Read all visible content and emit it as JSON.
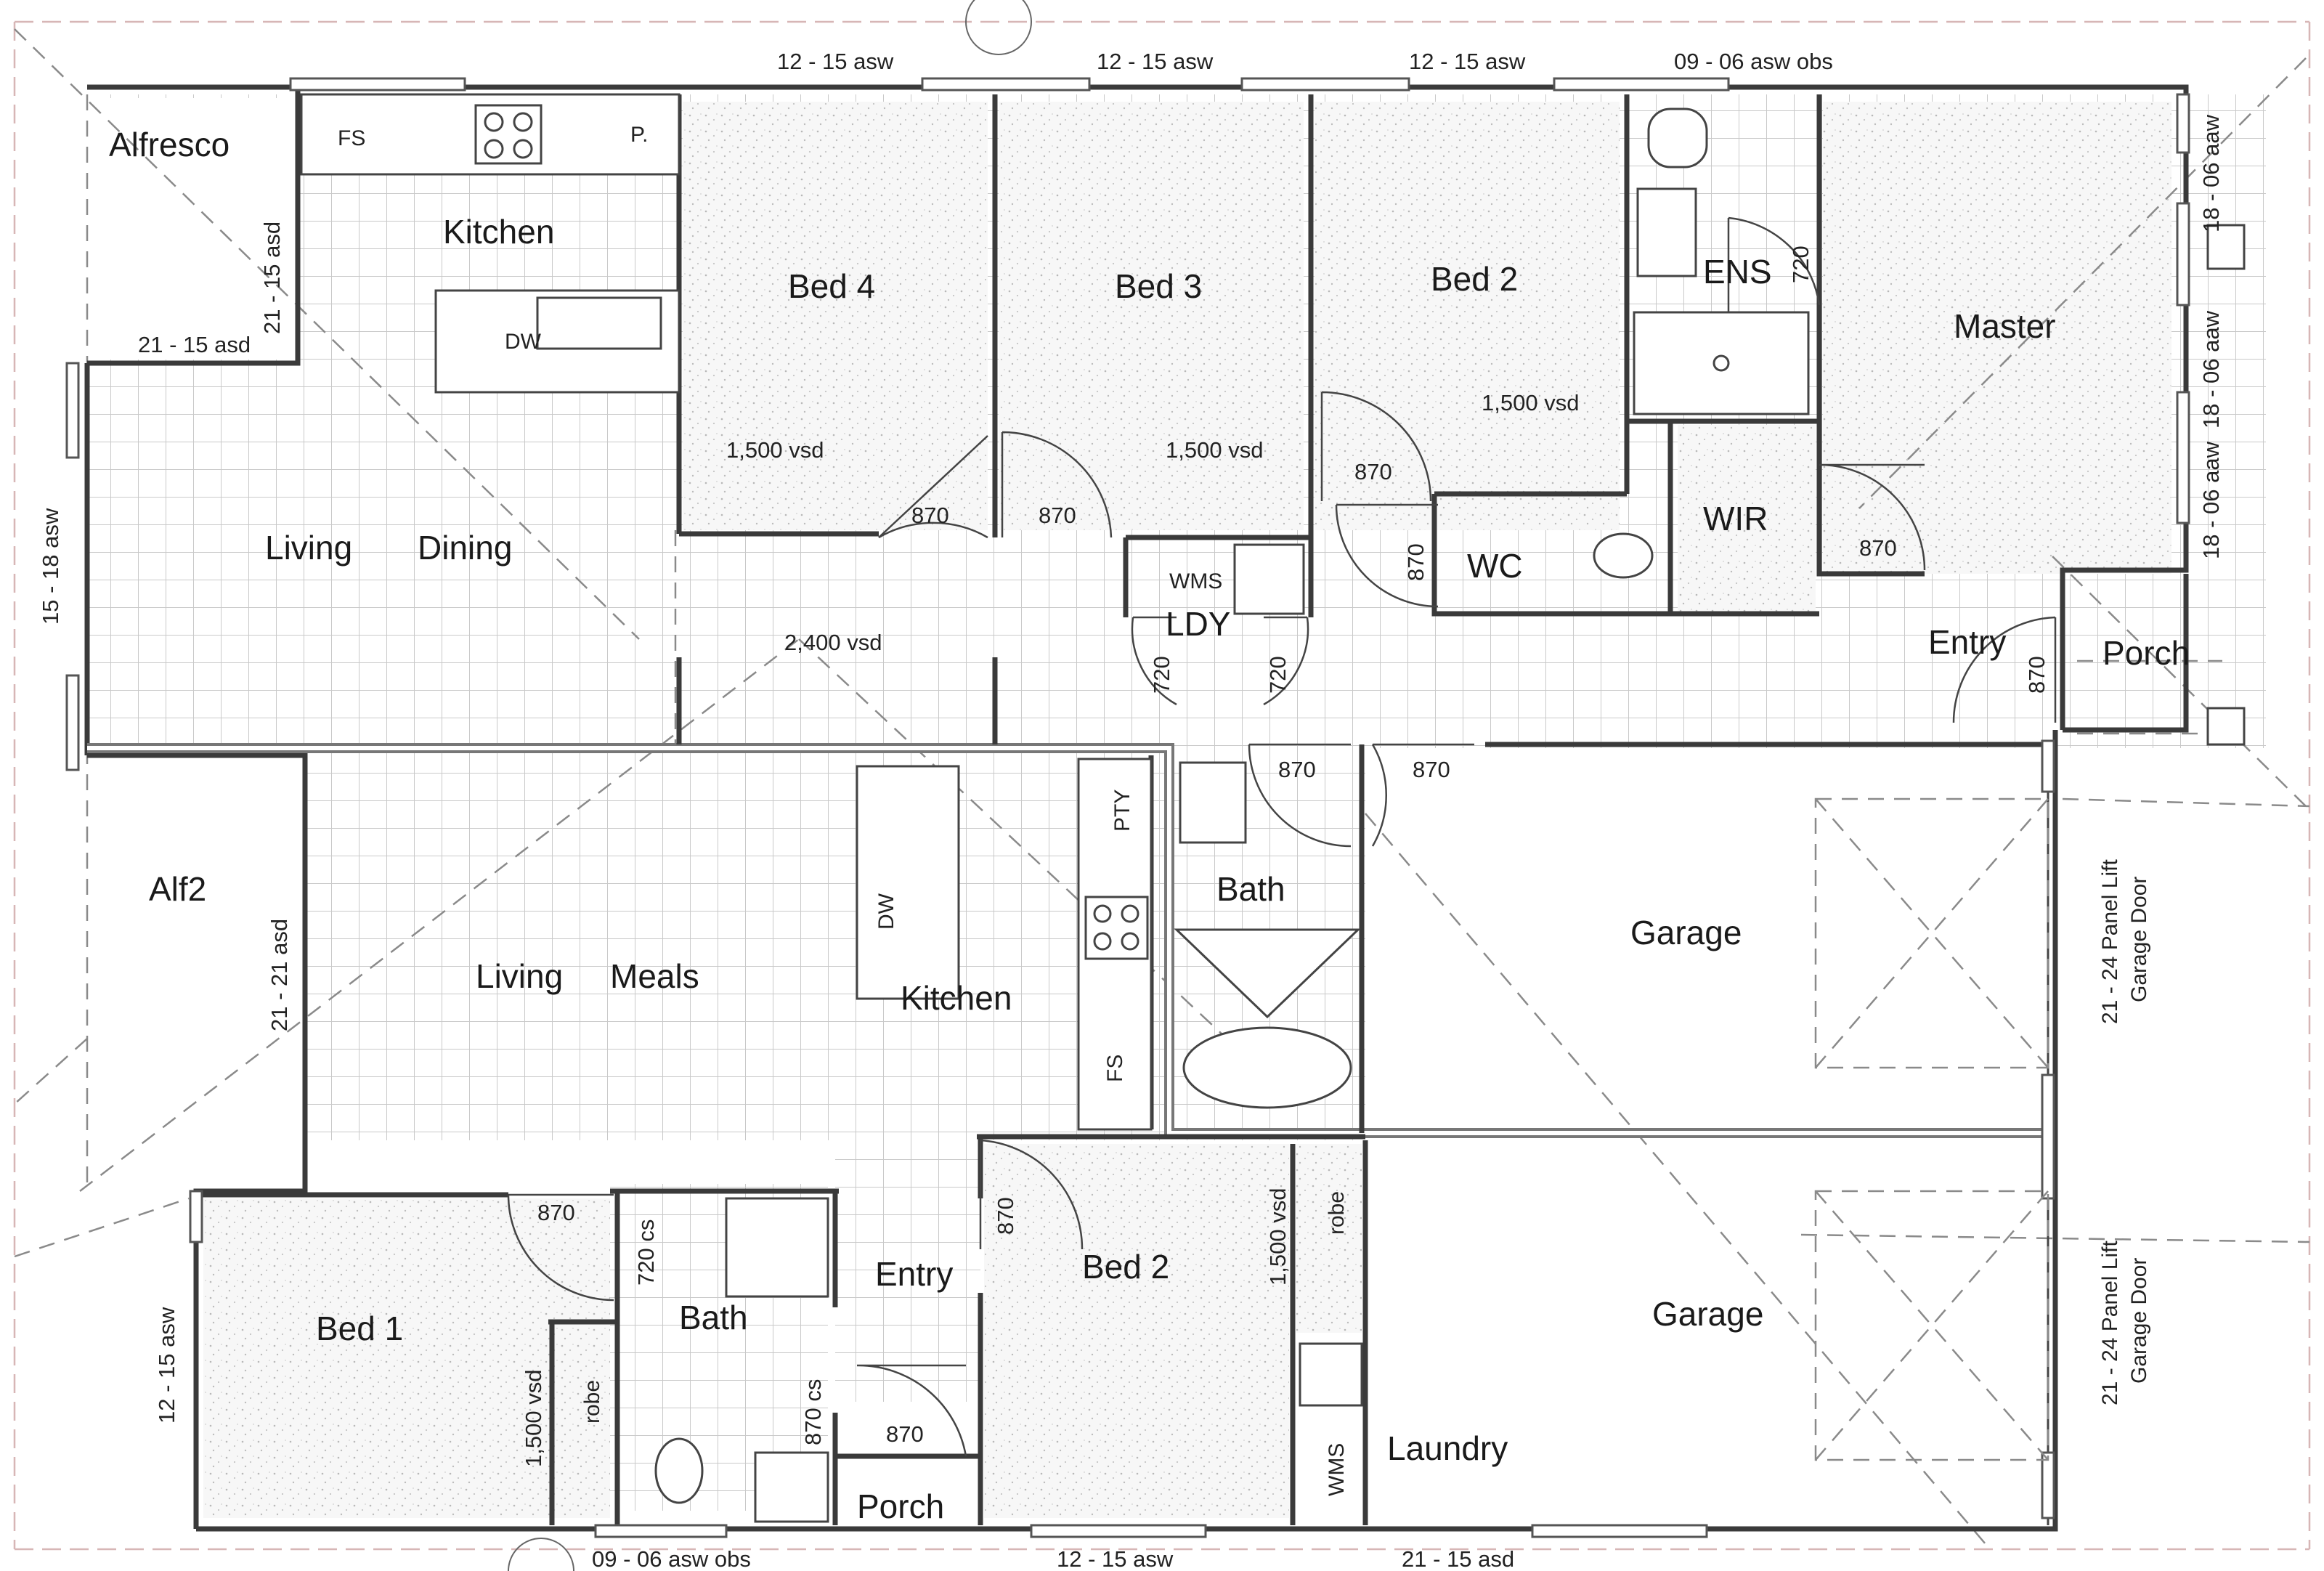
{
  "rooms": {
    "alfresco": "Alfresco",
    "kitchen_top": "Kitchen",
    "bed4": "Bed 4",
    "bed3": "Bed 3",
    "bed2_top": "Bed 2",
    "ens": "ENS",
    "master": "Master",
    "living_top": "Living",
    "dining": "Dining",
    "ldy": "LDY",
    "wc": "WC",
    "wir": "WIR",
    "entry_top": "Entry",
    "porch_top": "Porch",
    "alf2": "Alf2",
    "living_bottom": "Living",
    "meals": "Meals",
    "kitchen_bottom": "Kitchen",
    "bath_mid": "Bath",
    "garage_top": "Garage",
    "garage_bottom": "Garage",
    "bed1": "Bed 1",
    "bath_bottom": "Bath",
    "entry_bottom": "Entry",
    "bed2_bottom": "Bed 2",
    "laundry": "Laundry",
    "porch_bottom": "Porch"
  },
  "windows": {
    "top_1": "12 - 15 asw",
    "top_2": "12 - 15 asw",
    "top_3": "12 - 15 asw",
    "top_4": "09 - 06 asw obs",
    "right_1": "18 - 06 aaw",
    "right_2": "18 - 06 aaw",
    "right_3": "18 - 06 aaw",
    "left_living": "15 - 18 asw",
    "alfresco_v": "21 - 15 asd",
    "alfresco_h": "21 - 15 asd",
    "alf2": "21 - 21 asd",
    "bed1_left": "12 - 15 asw",
    "bottom_1": "09 - 06 asw obs",
    "bottom_2": "12 - 15 asw",
    "bottom_3": "21 - 15 asd"
  },
  "doors": {
    "bed4": "870",
    "bed3": "870",
    "bed2_top": "870",
    "wc": "870",
    "wir": "870",
    "entry_top": "870",
    "ldy_left": "720",
    "ldy_right": "720",
    "ens": "720",
    "bath_left": "870",
    "bath_right": "870",
    "bed1": "870",
    "bath_bottom": "720 cs",
    "bath_cs": "870 cs",
    "porch_bottom": "870",
    "bed2_bottom": "870"
  },
  "sliding_doors": {
    "bed4": "1,500 vsd",
    "bed3": "1,500 vsd",
    "bed2_top": "1,500 vsd",
    "hall": "2,400 vsd",
    "bed1": "1,500 vsd",
    "bed2_bottom": "1,500 vsd"
  },
  "garage_doors": {
    "top_line1": "21 - 24 Panel Lift",
    "top_line2": "Garage Door",
    "bottom_line1": "21 - 24 Panel Lift",
    "bottom_line2": "Garage Door"
  },
  "fixtures": {
    "fs_top": "FS",
    "pantry_top": "P.",
    "dw_top": "DW",
    "wms_top": "WMS",
    "pty": "PTY",
    "dw_bottom": "DW",
    "fs_bottom": "FS",
    "robe_bed1": "robe",
    "robe_bed2": "robe",
    "wms_bottom": "WMS"
  }
}
